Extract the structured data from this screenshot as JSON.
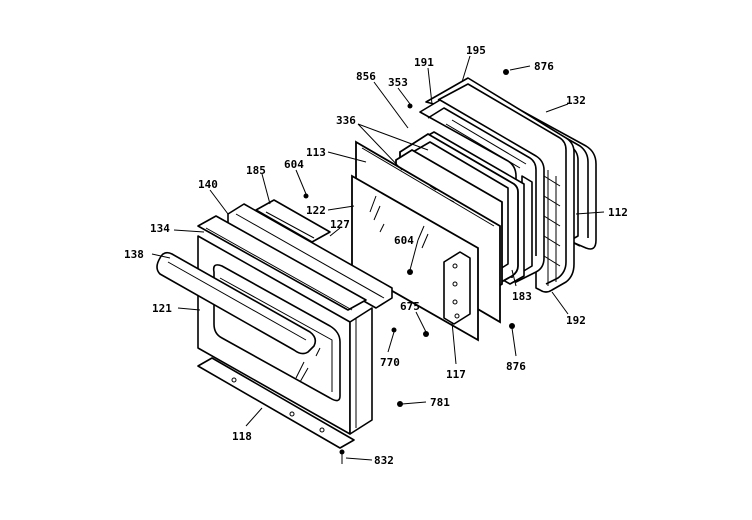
{
  "callouts": {
    "c195": "195",
    "c876_top": "876",
    "c191": "191",
    "c856": "856",
    "c353": "353",
    "c132": "132",
    "c336": "336",
    "c113": "113",
    "c604_a": "604",
    "c185": "185",
    "c140": "140",
    "c122": "122",
    "c127": "127",
    "c134": "134",
    "c112": "112",
    "c604_b": "604",
    "c138": "138",
    "c183": "183",
    "c192": "192",
    "c675": "675",
    "c121": "121",
    "c876_bot": "876",
    "c770": "770",
    "c117": "117",
    "c781": "781",
    "c118": "118",
    "c832": "832"
  }
}
